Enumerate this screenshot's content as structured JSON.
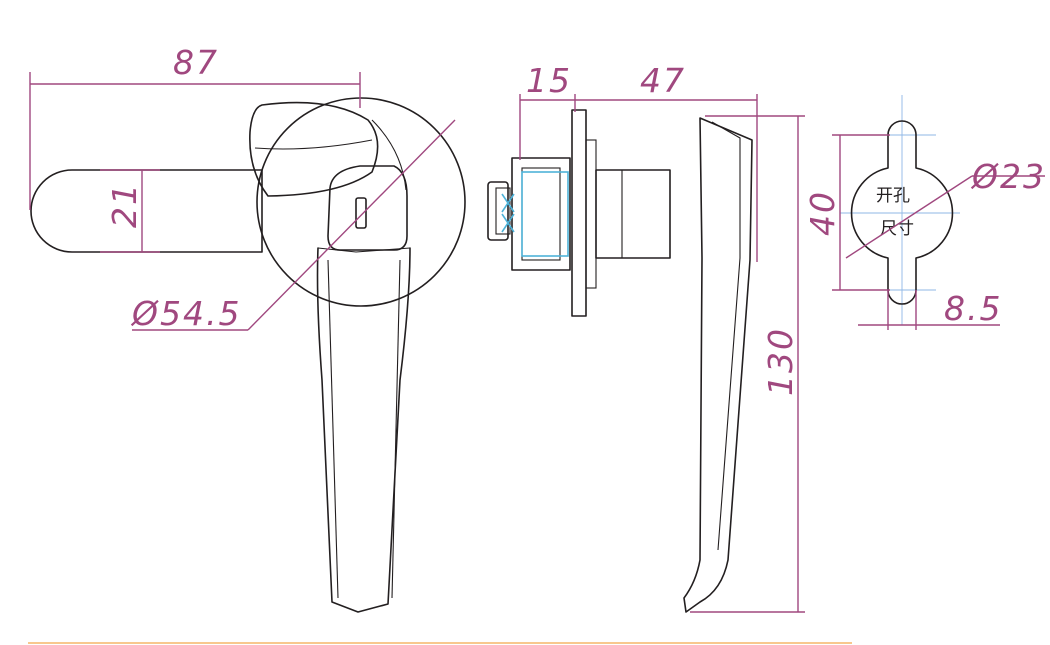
{
  "dimensions": {
    "handle_length": "87",
    "grip_height": "21",
    "rose_diameter": "Ø54.5",
    "body_thickness": "15",
    "handle_offset": "47",
    "handle_height": "130",
    "cutout_height": "40",
    "cutout_diameter": "Ø23",
    "cutout_slot_width": "8.5"
  },
  "cutout_note": {
    "line1": "开孔",
    "line2": "尺寸"
  },
  "colors": {
    "outline": "#231f20",
    "dimension": "#a0487f",
    "centerline": "#8fb7e6",
    "highlight": "#4fb3d9",
    "footer_rule": "#f3a84a"
  }
}
